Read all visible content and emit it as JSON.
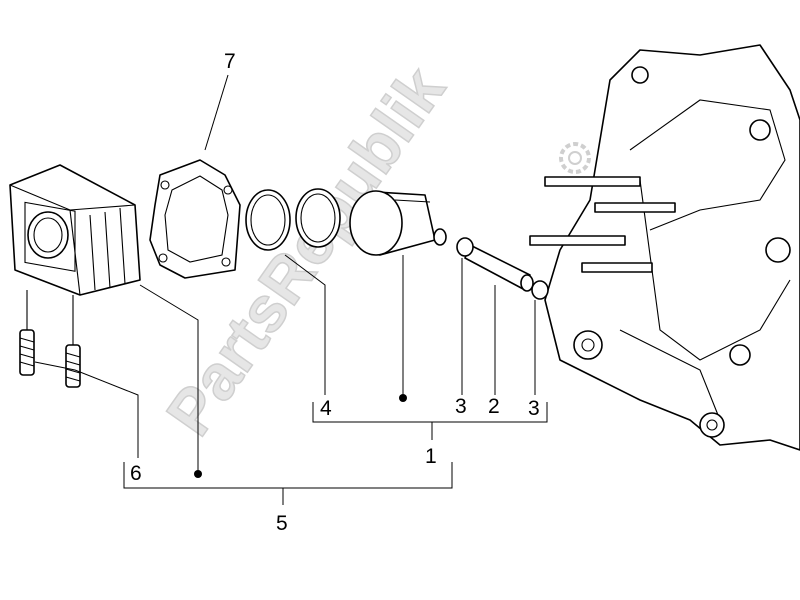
{
  "watermark": "PartsRepublik",
  "labels": {
    "gasket": "7",
    "ring": "4",
    "clip_left": "3",
    "pin": "2",
    "clip_right": "3",
    "piston_group": "1",
    "stud": "6",
    "cylinder_group": "5"
  },
  "colors": {
    "line": "#000000",
    "watermark": "#e6e6e6"
  }
}
